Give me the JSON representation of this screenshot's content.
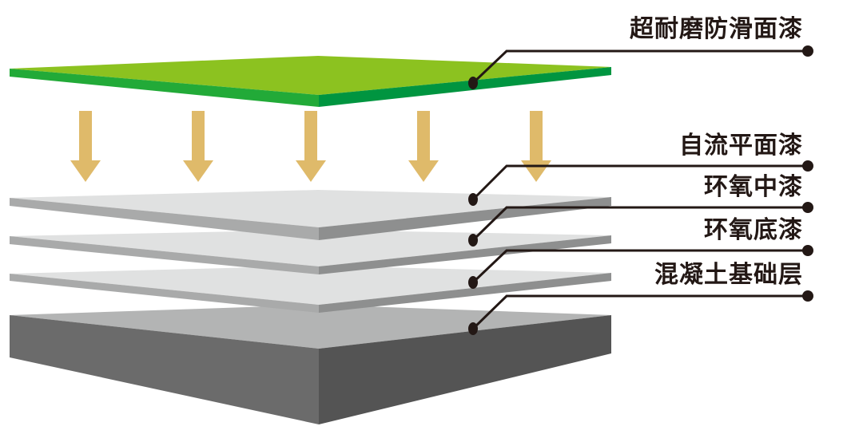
{
  "diagram": {
    "title": "Floor coating layer structure",
    "layers": [
      {
        "label": "超耐磨防滑面漆",
        "top_color": "#8cc220",
        "left_color": "#22aa38",
        "right_color": "#009540"
      },
      {
        "label": "自流平面漆",
        "top_color": "#e0e1e1",
        "left_color": "#a9aaaa",
        "right_color": "#8e8f8f"
      },
      {
        "label": "环氧中漆",
        "top_color": "#e0e1e1",
        "left_color": "#a9aaaa",
        "right_color": "#8e8f8f"
      },
      {
        "label": "环氧底漆",
        "top_color": "#e0e1e1",
        "left_color": "#a9aaaa",
        "right_color": "#8e8f8f"
      },
      {
        "label": "混凝土基础层",
        "top_color": "#b3b4b4",
        "left_color": "#6b6b6b",
        "right_color": "#545454"
      }
    ],
    "arrow_color": "#dfba6a",
    "arrow_count": 5,
    "leader_color": "#231815"
  }
}
